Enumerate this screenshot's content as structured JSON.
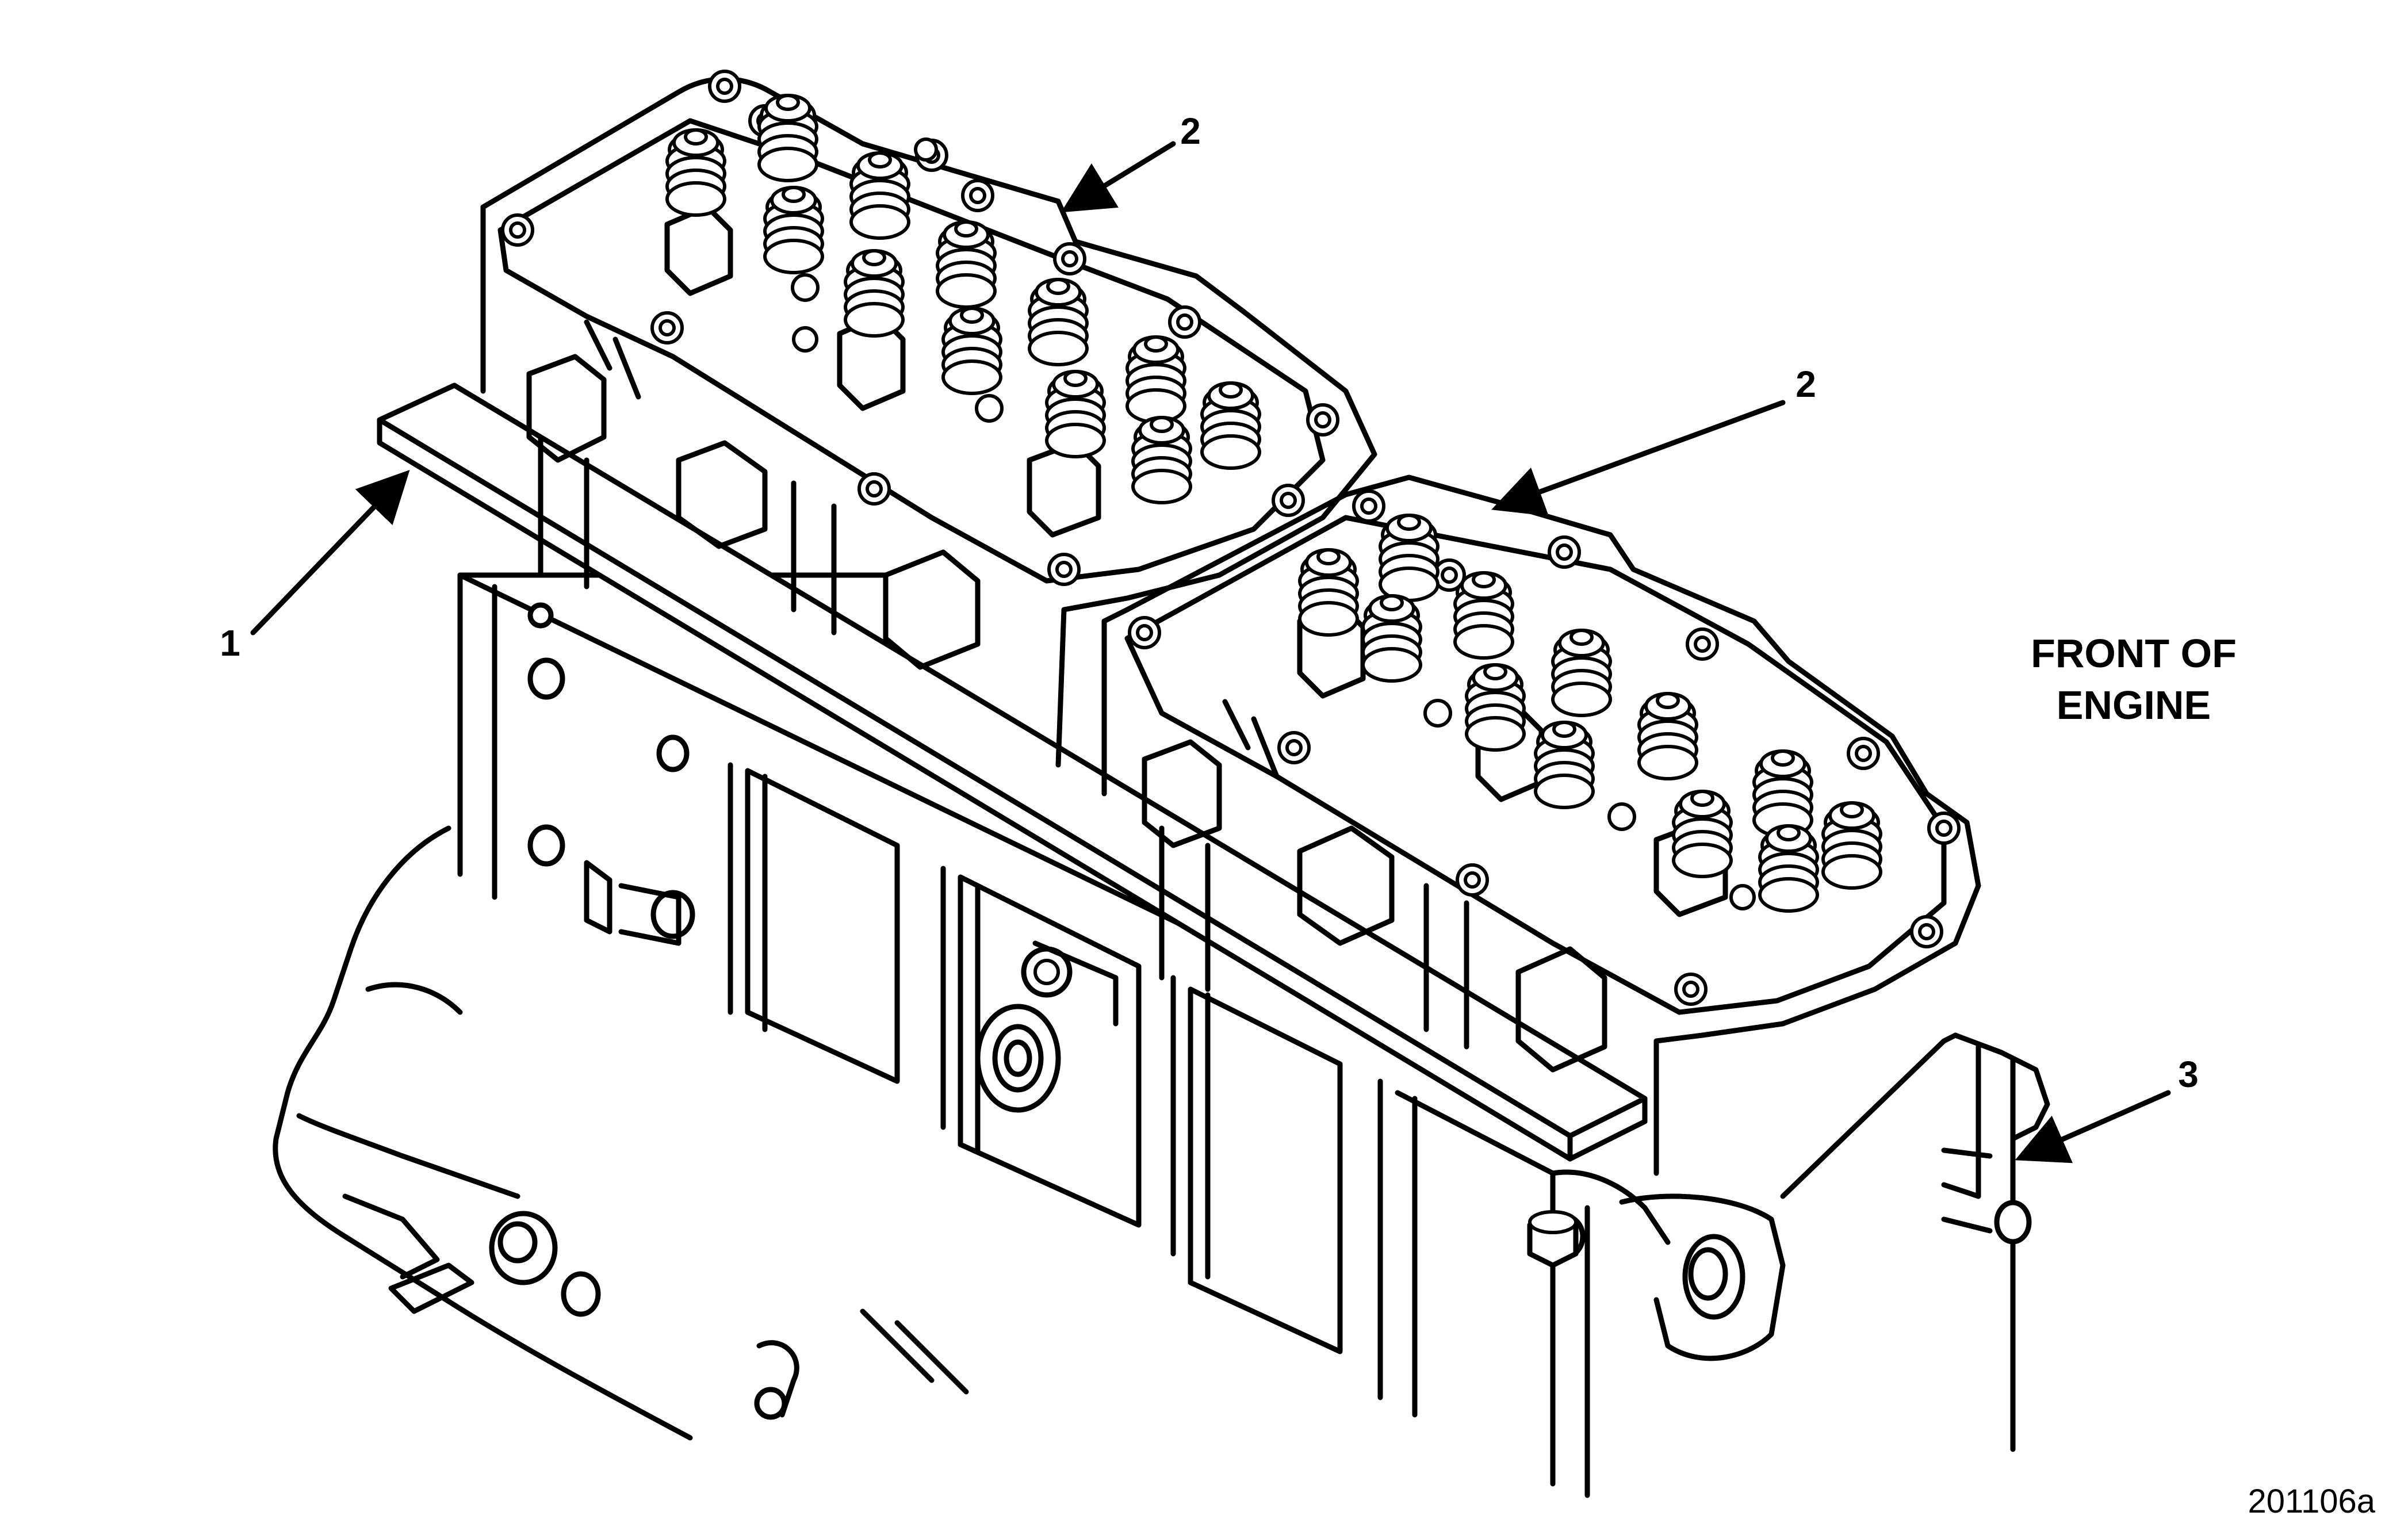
{
  "callouts": [
    {
      "id": "1",
      "label": "1"
    },
    {
      "id": "2a",
      "label": "2"
    },
    {
      "id": "2b",
      "label": "2"
    },
    {
      "id": "3",
      "label": "3"
    }
  ],
  "orientation_label": {
    "line1": "FRONT OF",
    "line2": "ENGINE"
  },
  "figure_id": "201106a"
}
